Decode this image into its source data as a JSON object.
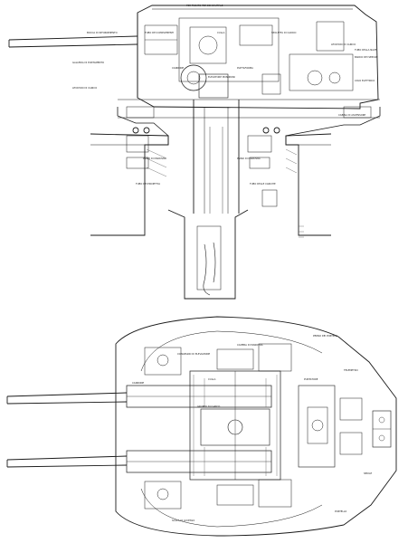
{
  "drawing": {
    "kind": "naval gun turret engineering drawing",
    "views": [
      "sectional elevation",
      "plan section"
    ],
    "ink_color": "#1a1a1a",
    "paper_color": "#ffffff"
  },
  "labels": {
    "elevation": {
      "top_center": "PER TUBATO PER DEI CAVITALE",
      "upper_left": "BOCCA DI RIFORNIMENTO",
      "left_1": "GALLERIA DI PUNTAMENTO",
      "left_2": "LEVATOIO DI CARICO",
      "upper_mid_1": "TUBO DEI COMPLEMENTI",
      "upper_mid_2": "CULLA",
      "upper_right_1": "SPOLETTA DI CARICO",
      "upper_right_2": "LEVATOIO DI CARICO",
      "right_1": "TUBO DELLA NAVE",
      "right_2": "BANCO DEI SERVIZI",
      "right_3": "CAVO ELETTRICO",
      "mid_1": "CANNONE",
      "mid_2": "PIATTAFORMA",
      "center_1": "ELEVATORE MUNIZIONI",
      "lower_left_1": "PIANO DI MANOVRA",
      "lower_right_1": "PIANO DI MANOVRA",
      "lower_left_2": "TUBO DEI PROIETTILI",
      "lower_right_2": "TUBO DELLE CARICHE",
      "right_lower": "CABINA DI ASCENSORE"
    },
    "plan": {
      "top_1": "PERNO DEI PORTELLI",
      "top_2": "CAMERA DI MANOVRA",
      "left_1": "CONGEGNO DI ELEVAZIONE",
      "left_2": "CANNONE",
      "mid_1": "CULLA",
      "mid_2": "GRUPPO DI CARICO",
      "right_1": "PUNTATORE",
      "right_2": "TELEMETRO",
      "right_3": "SEDILE",
      "bottom_1": "SCALA DI ACCESSO",
      "bottom_2": "PORTELLO"
    }
  },
  "icons": {
    "gun_barrel": "barrel-icon",
    "turret_outline": "turret-icon"
  }
}
